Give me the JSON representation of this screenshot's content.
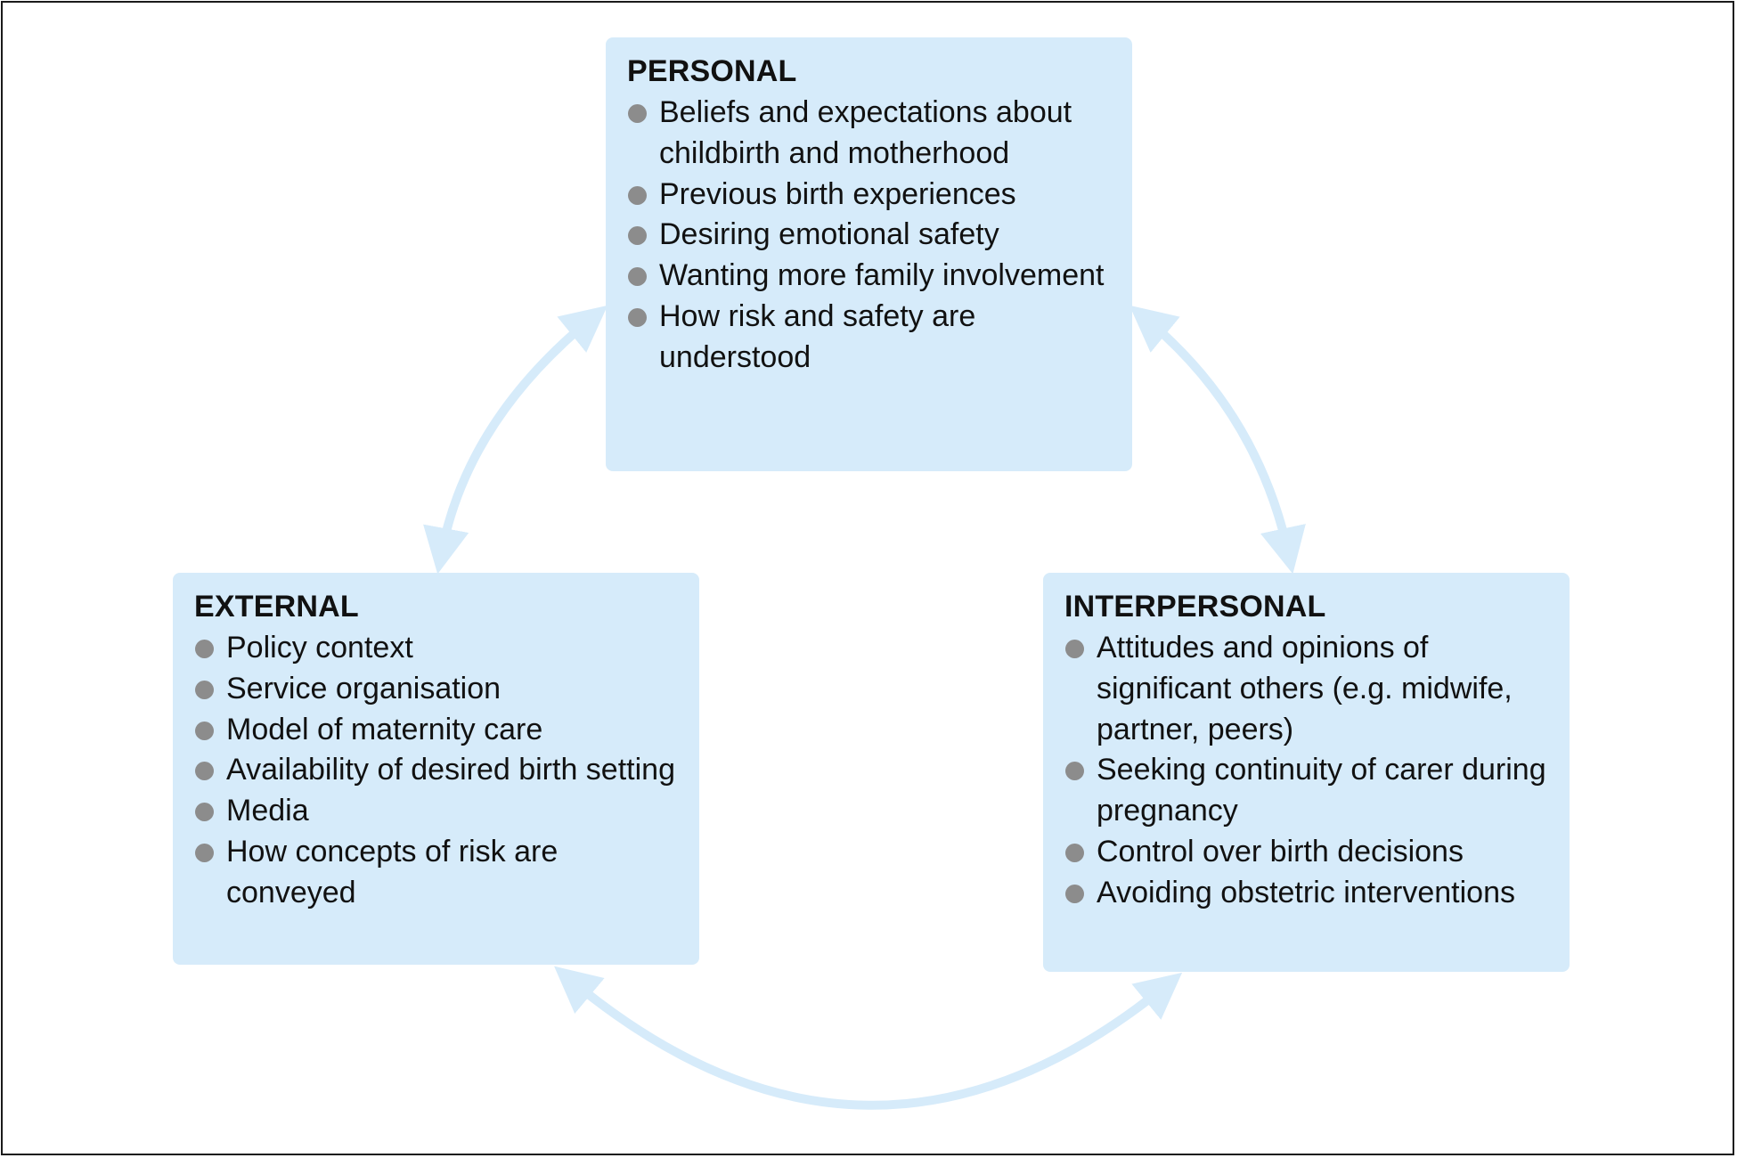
{
  "boxes": {
    "personal": {
      "title": "PERSONAL",
      "items": [
        "Beliefs and expectations about childbirth and motherhood",
        "Previous birth experiences",
        "Desiring emotional safety",
        "Wanting more family involvement",
        "How risk and safety are understood"
      ]
    },
    "external": {
      "title": "EXTERNAL",
      "items": [
        "Policy context",
        "Service organisation",
        "Model of maternity care",
        "Availability of desired birth setting",
        "Media",
        "How concepts of risk are conveyed"
      ]
    },
    "interpersonal": {
      "title": "INTERPERSONAL",
      "items": [
        "Attitudes and opinions of significant others (e.g. midwife, partner, peers)",
        "Seeking continuity of carer during pregnancy",
        "Control over birth decisions",
        "Avoiding obstetric interventions"
      ]
    }
  },
  "colors": {
    "box_fill": "#d6ebfa",
    "arrow": "#d6ebfa",
    "bullet": "#8c8c8c",
    "text": "#111111",
    "frame": "#1a1a1a"
  }
}
